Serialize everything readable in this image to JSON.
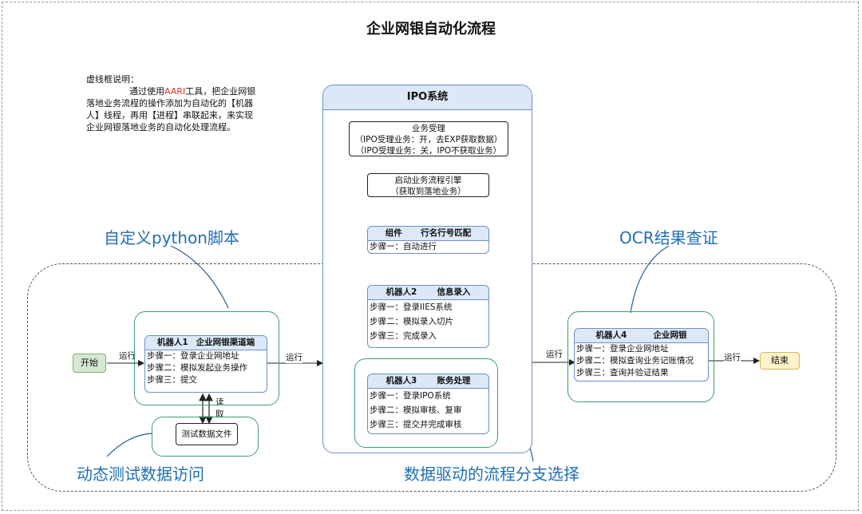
{
  "title": "企业网银自动化流程",
  "note": {
    "heading": "虚线框说明：",
    "line1_pre": "通过使用",
    "line1_highlight": "AARI",
    "line1_post": "工具，把企业网银",
    "line2": "落地业务流程的操作添加为自动化的【机器",
    "line3": "人】线程，再用【进程】串联起来，来实现",
    "line4": "企业网银落地业务的自动化处理流程。"
  },
  "callouts": {
    "python": "自定义python脚本",
    "ocr": "OCR结果查证",
    "dynamic_data": "动态测试数据访问",
    "data_driven": "数据驱动的流程分支选择"
  },
  "start_label": "开始",
  "end_label": "结束",
  "edges": {
    "run1": "运行",
    "run2": "运行",
    "run3": "运行",
    "run4": "运行",
    "read1": "读",
    "read2": "取"
  },
  "test_data_file": "测试数据文件",
  "ipo": {
    "title": "IPO系统",
    "business_accept": {
      "line1": "业务受理",
      "line2": "（IPO受理业务：开，去EXP获取数据）",
      "line3": "（IPO受理业务：关，IPO不获取业务）"
    },
    "engine": {
      "line1": "启动业务流程引擎",
      "line2": "（获取到落地业务）"
    },
    "component": {
      "h1": "组件",
      "h2": "行名行号匹配",
      "steps": [
        "步骤一：自动进行"
      ]
    },
    "robot2": {
      "h1": "机器人2",
      "h2": "信息录入",
      "steps": [
        "步骤一：登录IIES系统",
        "步骤二：模拟录入切片",
        "步骤三：完成录入"
      ]
    },
    "robot3": {
      "h1": "机器人3",
      "h2": "账务处理",
      "steps": [
        "步骤一：登录IPO系统",
        "步骤二：模拟审核、复审",
        "步骤三：提交并完成审核"
      ]
    }
  },
  "robot1": {
    "h1": "机器人1",
    "h2": "企业网银渠道端",
    "steps": [
      "步骤一：登录企业网地址",
      "步骤二：模拟发起业务操作",
      "步骤三：提交"
    ]
  },
  "robot4": {
    "h1": "机器人4",
    "h2": "企业网银",
    "steps": [
      "步骤一：登录企业网地址",
      "步骤二：模拟查询业务记账情况",
      "步骤三：查询并验证结果"
    ]
  }
}
